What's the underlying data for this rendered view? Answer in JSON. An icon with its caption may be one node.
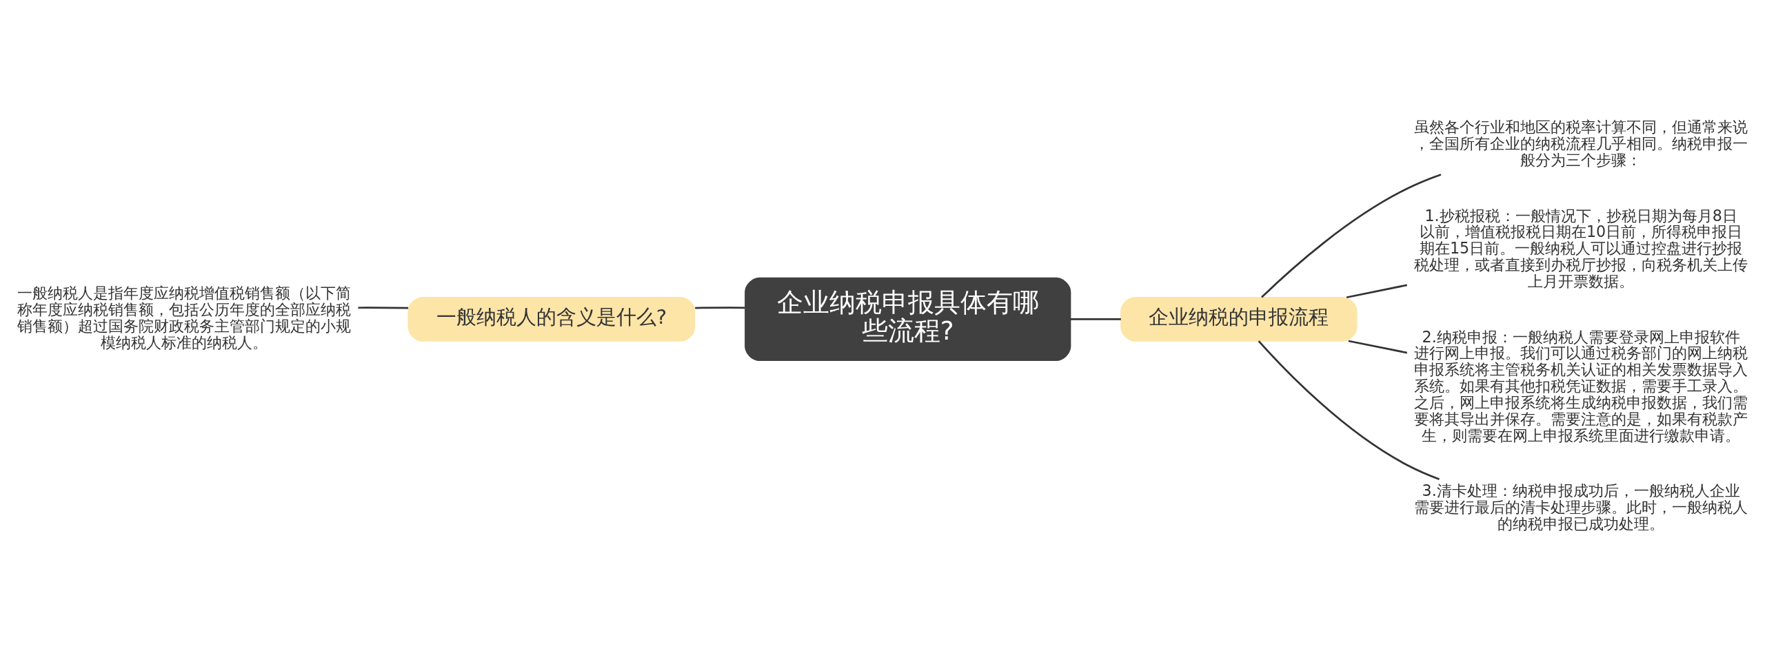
{
  "diagram": {
    "nodes": [
      {
        "text": [
          "企业纳税申报具体有哪些流程?"
        ]
      },
      {
        "text": [
          "一般纳税人的含义是什么?"
        ]
      },
      {
        "text": [
          "一般纳税人是指年度应纳税增值税销售额（以下简称年度应纳税销售额，包括公历年度的全部应纳税销售额）超过国务院财政税务主管部门规定的小规模纳税人标准的纳税人。"
        ]
      },
      {
        "text": [
          "企业纳税的申报流程"
        ]
      },
      {
        "text": [
          "虽然各个行业和地区的税率计算不同，但通常来说，全国所有企业的纳税流程几乎相同。纳税申报一般分为三个步骤："
        ]
      },
      {
        "text": [
          "1.抄税报税：一般情况下，抄税日期为每月8日以前，增值税报税日期在10日前，所得税申报日期在15日前。一般纳税人可以通过控盘进行抄报税处理，或者直接到办税厅抄报，向税务机关上传上月开票数据。"
        ]
      },
      {
        "text": [
          "2.纳税申报：一般纳税人需要登录网上申报软件进行网上申报。我们可以通过税务部门的网上纳税申报系统将主管税务机关认证的相关发票数据导入系统。如果有其他扣税凭证数据，需要手工录入。之后，网上申报系统将生成纳税申报数据，我们需要将其导出并保存。需要注意的是，如果有税款产生，则需要在网上申报系统里面进行缴款申请。"
        ]
      },
      {
        "text": [
          "3.清卡处理：纳税申报成功后，一般纳税人企业需要进行最后的清卡处理步骤。此时，一般纳税人的纳税申报已成功处理。"
        ]
      }
    ],
    "edges": [
      {
        "from": 0,
        "to": 1,
        "arrow": "none"
      },
      {
        "from": 1,
        "to": 2,
        "arrow": "none"
      },
      {
        "from": 0,
        "to": 3,
        "arrow": "none"
      },
      {
        "from": 3,
        "to": 4,
        "arrow": "none"
      },
      {
        "from": 3,
        "to": 5,
        "arrow": "none"
      },
      {
        "from": 3,
        "to": 6,
        "arrow": "none"
      },
      {
        "from": 3,
        "to": 7,
        "arrow": "none"
      }
    ]
  }
}
